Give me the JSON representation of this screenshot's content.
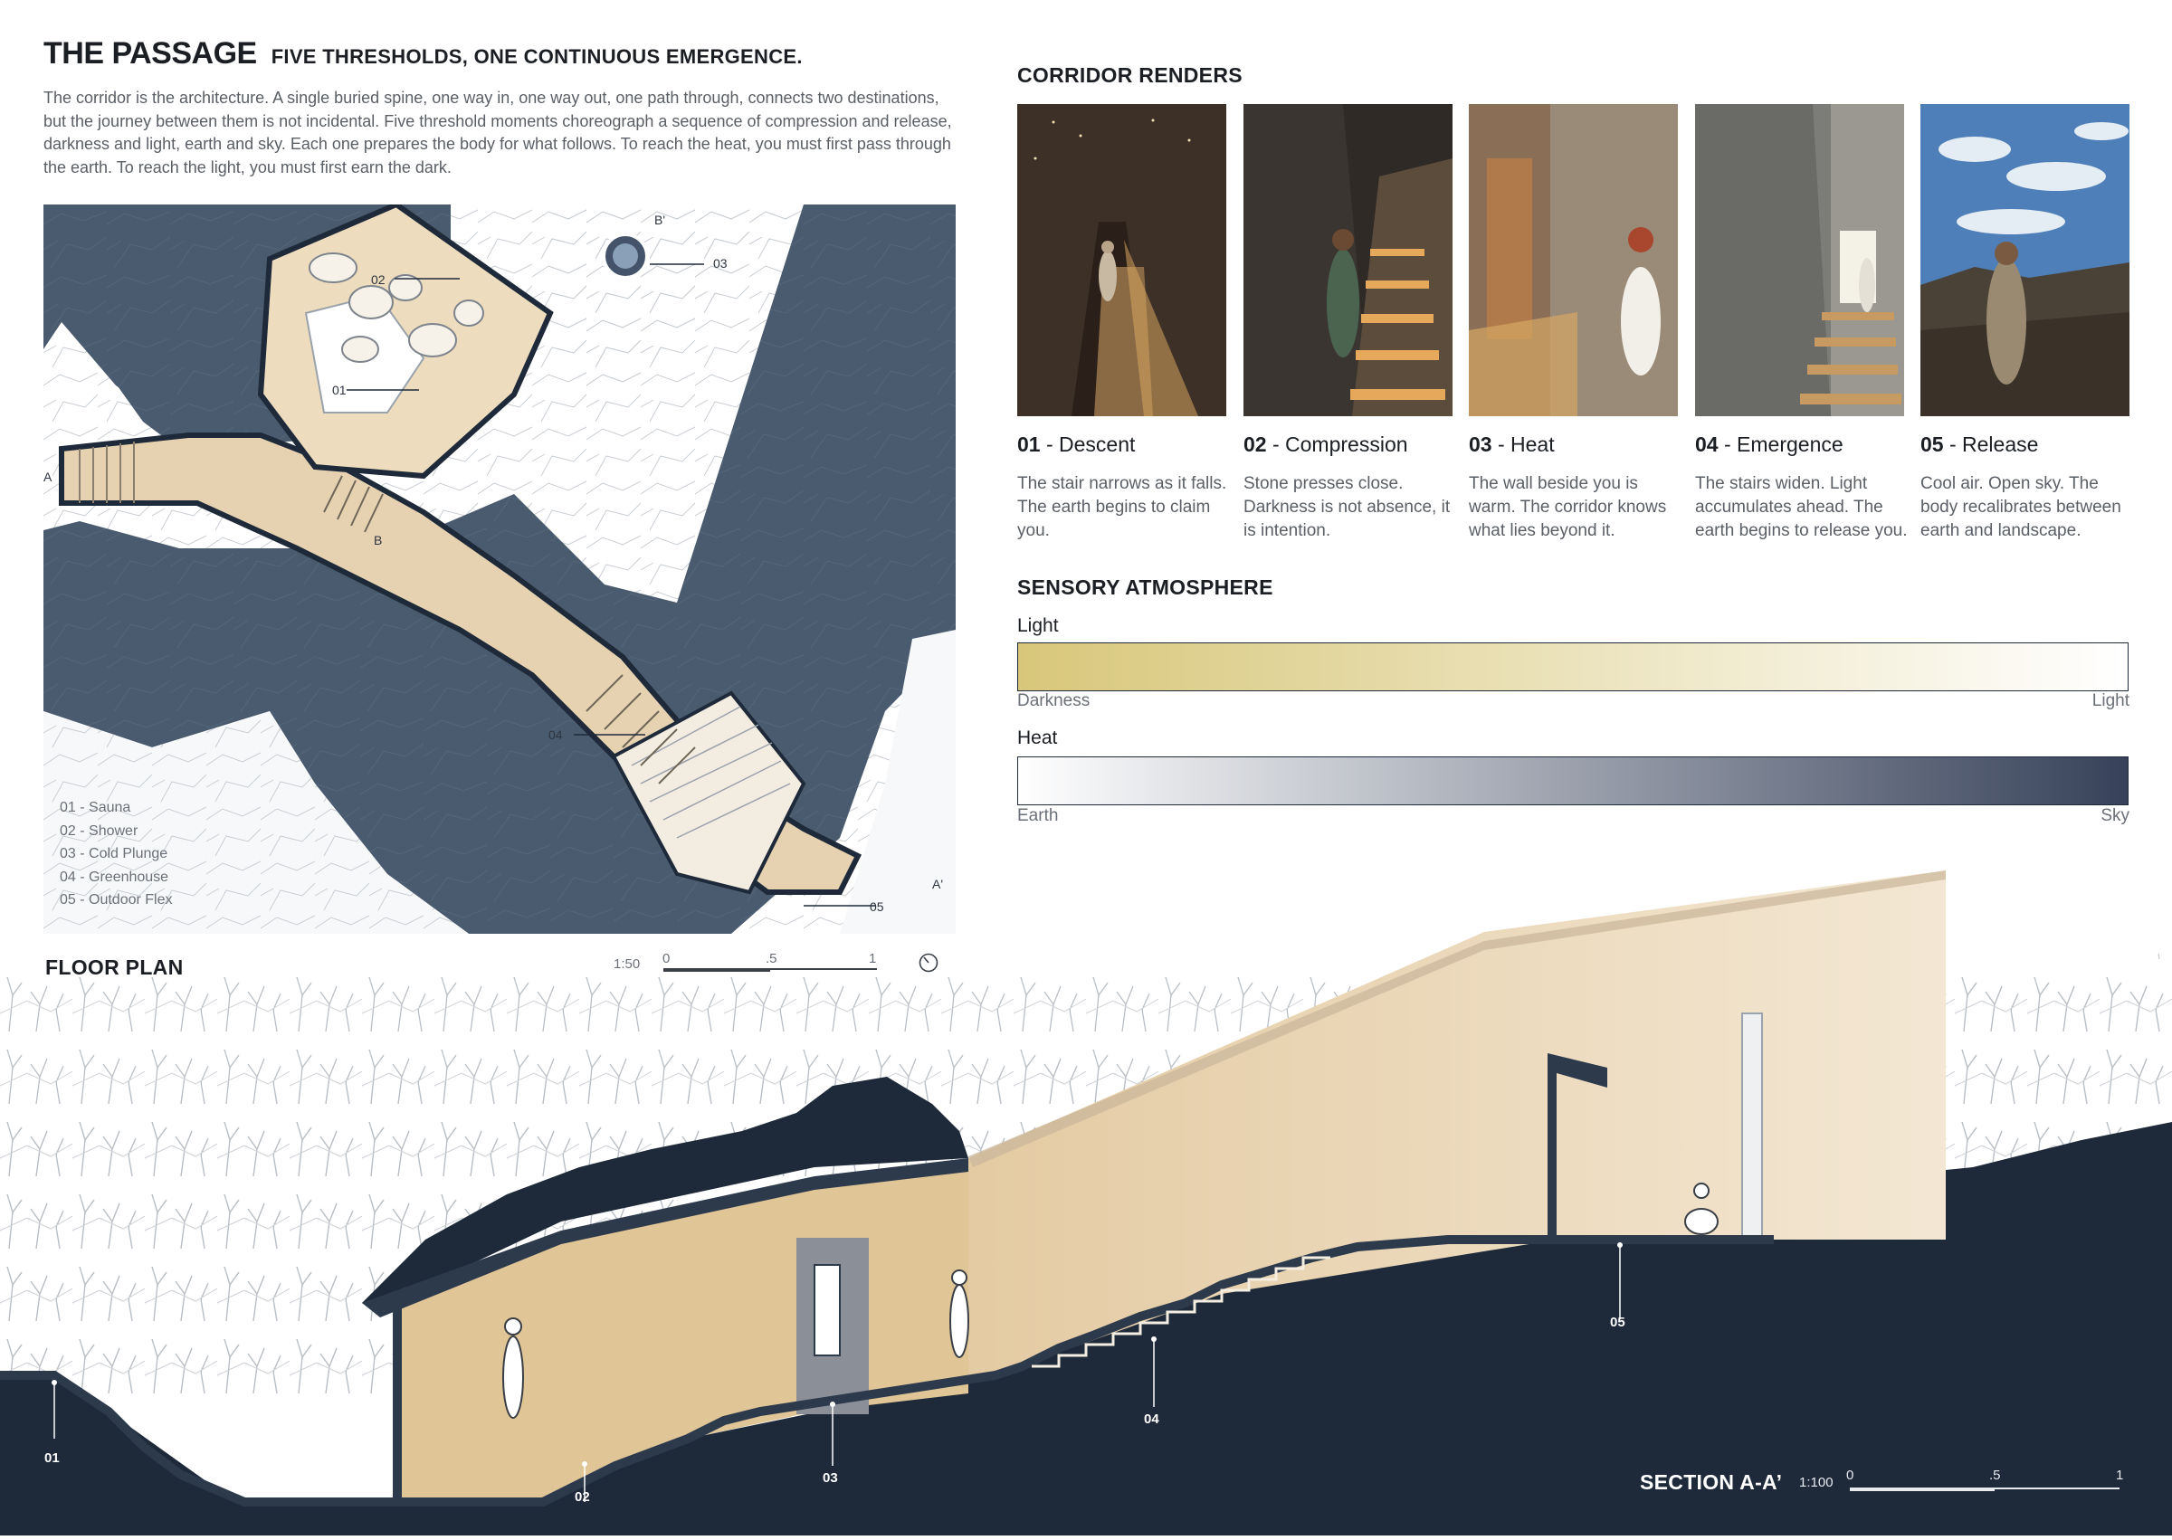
{
  "header": {
    "title": "THE PASSAGE",
    "subtitle": "FIVE THRESHOLDS, ONE CONTINUOUS EMERGENCE."
  },
  "intro": "The corridor is the architecture. A single buried spine, one way in, one way out, one path through, connects two destinations, but the journey between them is not incidental. Five threshold moments choreograph a sequence of compression and release, darkness and light, earth and sky. Each one prepares the body for what follows. To reach the heat, you must first pass through the earth. To reach the light, you must first earn the dark.",
  "floor_plan": {
    "heading": "FLOOR PLAN",
    "labels": [
      "01",
      "02",
      "03",
      "04",
      "05"
    ],
    "section_marks": {
      "a": "A",
      "b": "B",
      "b_prime": "B'",
      "a_prime": "A'"
    },
    "legend": [
      "01 - Sauna",
      "02 - Shower",
      "03 - Cold Plunge",
      "04 - Greenhouse",
      "05 - Outdoor Flex"
    ],
    "scale": {
      "ratio": "1:50",
      "t0": "0",
      "t1": ".5",
      "t2": "1"
    },
    "north_icon": "north-arrow-icon"
  },
  "renders": {
    "heading": "CORRIDOR RENDERS",
    "items": [
      {
        "num": "01",
        "name": "- Descent",
        "desc": "The stair narrows as it falls. The earth begins to claim you."
      },
      {
        "num": "02",
        "name": "- Compression",
        "desc": "Stone presses close. Darkness is not absence, it is intention."
      },
      {
        "num": "03",
        "name": "- Heat",
        "desc": "The wall beside you is warm. The corridor knows what lies beyond it."
      },
      {
        "num": "04",
        "name": "- Emergence",
        "desc": "The stairs widen. Light accumulates ahead. The earth begins to release you."
      },
      {
        "num": "05",
        "name": "- Release",
        "desc": "Cool air. Open sky. The body recalibrates between earth and landscape."
      }
    ]
  },
  "sensory": {
    "heading": "SENSORY ATMOSPHERE",
    "light": {
      "label": "Light",
      "left": "Darkness",
      "right": "Light",
      "from": "#d8c77a",
      "to": "#ffffff"
    },
    "heat": {
      "label": "Heat",
      "left": "Earth",
      "right": "Sky",
      "from": "#ffffff",
      "to": "#37425a"
    }
  },
  "section": {
    "heading": "SECTION A-A’",
    "scale": {
      "ratio": "1:100",
      "t0": "0",
      "t1": ".5",
      "t2": "1"
    },
    "labels": [
      "01",
      "02",
      "03",
      "04",
      "05"
    ]
  },
  "colors": {
    "earth": "#4a5a6e",
    "ground_dark": "#1e2a3a",
    "timber": "#e3c9a0",
    "timber_light": "#f2e4cc",
    "ink": "#1b1f24"
  }
}
